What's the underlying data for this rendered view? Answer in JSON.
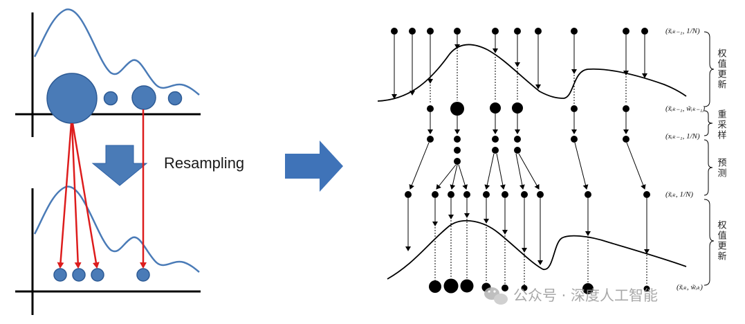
{
  "left_panel": {
    "label": "Resampling",
    "colors": {
      "curve": "#4a7bb7",
      "particle": "#4a7bb7",
      "arrow": "#dd1c1c",
      "axis": "#000000",
      "big_arrow": "#3f73b8"
    }
  },
  "right_panel": {
    "row_labels": [
      "(x̃ᵢₖ₋₁, 1/N)",
      "(x̃ᵢₖ₋₁, w̃ᵢₖ₋₁)",
      "(xᵢₖ₋₁, 1/N)",
      "(x̃ᵢₖ, 1/N)",
      "(x̃ᵢₖ, w̃ᵢₖ)"
    ],
    "stage_labels": [
      "权值更新",
      "重采样",
      "预测",
      "权值更新"
    ]
  },
  "watermark": {
    "text": "公众号 · 深度人工智能",
    "icon": "wechat-icon"
  },
  "colors": {
    "middle_arrow": "#3f73b8",
    "ink": "#000000",
    "watermark": "#9a9a9a"
  }
}
